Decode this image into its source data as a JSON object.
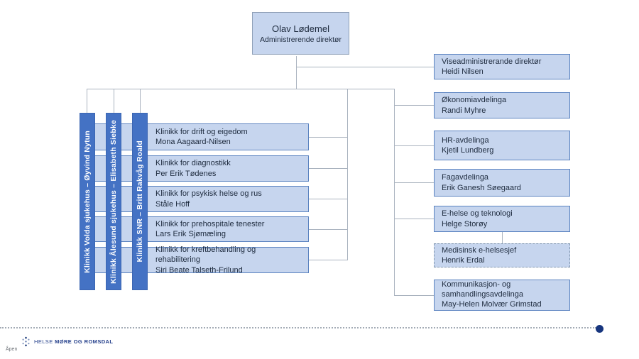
{
  "org": {
    "root": {
      "name": "Olav Lødemel",
      "title": "Administrerende direktør"
    },
    "staff": [
      {
        "unit": "Viseadministrerande direktør",
        "leader": "Heidi Nilsen"
      },
      {
        "unit": "Økonomiavdelinga",
        "leader": "Randi Myhre"
      },
      {
        "unit": "HR-avdelinga",
        "leader": "Kjetil Lundberg"
      },
      {
        "unit": "Fagavdelinga",
        "leader": "Erik Ganesh Søegaard"
      },
      {
        "unit": "E-helse og teknologi",
        "leader": "Helge Storøy"
      },
      {
        "unit": "Medisinsk e-helsesjef",
        "leader": "Henrik Erdal",
        "style": "dashed"
      },
      {
        "unit": "Kommunikasjon- og samhandlingsavdelinga",
        "leader": "May-Helen Molvær Grimstad"
      }
    ],
    "clinic_bars": [
      {
        "label": "Klinikk Volda sjukehus – Øyvind Nytun"
      },
      {
        "label": "Klinikk Ålesund sjukehus – Elisabeth Siebke"
      },
      {
        "label": "Klinikk SNR – Britt Rakvåg Roald"
      }
    ],
    "clinics": [
      {
        "unit": "Klinikk for drift og eigedom",
        "leader": "Mona Aagaard-Nilsen"
      },
      {
        "unit": "Klinikk for diagnostikk",
        "leader": "Per Erik Tødenes"
      },
      {
        "unit": "Klinikk for psykisk helse og rus",
        "leader": "Ståle Hoff"
      },
      {
        "unit": "Klinikk for prehospitale tenester",
        "leader": "Lars Erik Sjømæling"
      },
      {
        "unit": "Klinikk for kreftbehandling og rehabilitering",
        "leader": "Siri Beate Talseth-Frilund"
      }
    ]
  },
  "footer": {
    "brand_regular": "HELSE",
    "brand_bold": "MØRE OG ROMSDAL",
    "classification": "Åpen"
  },
  "colors": {
    "box_fill": "#c6d5ee",
    "box_border": "#5b83c0",
    "bar_fill": "#4472c4",
    "connector": "#aab3bf",
    "brand_navy": "#26418c",
    "end_dot": "#17357e"
  }
}
